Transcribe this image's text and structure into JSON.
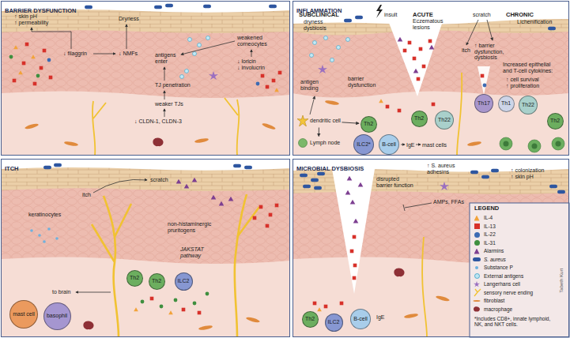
{
  "diagram": {
    "nodes": [
      {
        "text": [
          "BARRIER DYSFUNCTION"
        ]
      },
      {
        "text": [
          "INFLAMMATION"
        ]
      },
      {
        "text": [
          "dendritic cell"
        ],
        "in": 1
      },
      {
        "text": [
          "Lymph node"
        ],
        "in": 1
      },
      {
        "text": [
          "Th2"
        ],
        "in": 1
      },
      {
        "text": [
          "ILC2*"
        ],
        "in": 1
      },
      {
        "text": [
          "Th2"
        ],
        "in": 1
      },
      {
        "text": [
          "Th22"
        ],
        "in": 1
      },
      {
        "text": [
          "B-cell"
        ],
        "in": 1
      },
      {
        "text": [
          "Th17"
        ],
        "in": 1
      },
      {
        "text": [
          "Th1"
        ],
        "in": 1
      },
      {
        "text": [
          "Th22"
        ],
        "in": 1
      },
      {
        "text": [
          "Th2"
        ],
        "in": 1
      },
      {
        "text": [
          "ITCH"
        ]
      },
      {
        "text": [
          "mast cell"
        ],
        "in": 13
      },
      {
        "text": [
          "basophil"
        ],
        "in": 13
      },
      {
        "text": [
          "Th2"
        ],
        "in": 13
      },
      {
        "text": [
          "Th2"
        ],
        "in": 13
      },
      {
        "text": [
          "ILC2"
        ],
        "in": 13
      },
      {
        "text": [
          "MICROBIAL DYSBIOSIS"
        ]
      },
      {
        "text": [
          "Th2"
        ],
        "in": 19
      },
      {
        "text": [
          "ILC2"
        ],
        "in": 19
      },
      {
        "text": [
          "B-cell"
        ],
        "in": 19
      }
    ],
    "edges": [
      {
        "from": 2,
        "to": 3,
        "arrow": "to"
      },
      {
        "from": 2,
        "to": 4,
        "arrow": "to"
      }
    ],
    "labels": [
      "↑ skin pH",
      "↑ permeability",
      "Dryness",
      "↓ filaggrin",
      "↓ NMFs",
      "antigens enter",
      "weakened corneocytes",
      "↓ loricin",
      "↓ involucrin",
      "TJ penetration",
      "weaker TJs",
      "↓ CLDN-1, CLDN-3",
      "SUBCLINICAL",
      "dryness dysbiosis",
      "insult",
      "ACUTE",
      "Eczematous lesions",
      "scratch",
      "CHRONIC",
      "Lichenification",
      "itch",
      "↑ barrier dysfunction, dysbiosis",
      "antigen binding",
      "barrier dysfunction",
      "Increased epithelial and T-cell cytokines:",
      "↑ cell survival",
      "↑ proliferation",
      "IgE",
      "mast cells",
      "itch",
      "scratch",
      "keratinocytes",
      "non-histaminergic pruritogens",
      "JAKSTAT pathway",
      "to brain",
      "↑ S. aureus adhesins",
      "disrupted barrier function",
      "↑ colonization",
      "↑ skin pH",
      "AMPs, FFAs",
      "IgE",
      "LEGEND",
      "*Includes CD8+, innate lymphoid, NK, and NKT cells.",
      "Tabeth Kurt"
    ],
    "legend": [
      {
        "text": "IL-4",
        "color": "#f2a33a"
      },
      {
        "text": "IL-13",
        "color": "#d7312a"
      },
      {
        "text": "IL-22",
        "color": "#3d6bb3"
      },
      {
        "text": "IL-31",
        "color": "#3f8f3f"
      },
      {
        "text": "Alarmins",
        "color": "#7d3f91"
      },
      {
        "text": "S. aureus",
        "color": "#2e56a0"
      },
      {
        "text": "Substance P",
        "color": "#6fb1de"
      },
      {
        "text": "External antigens",
        "color": "#bfe6f2"
      },
      {
        "text": "Langerhans cell"
      },
      {
        "text": "sensory nerve ending"
      },
      {
        "text": "fibroblast"
      },
      {
        "text": "macrophage"
      }
    ]
  }
}
